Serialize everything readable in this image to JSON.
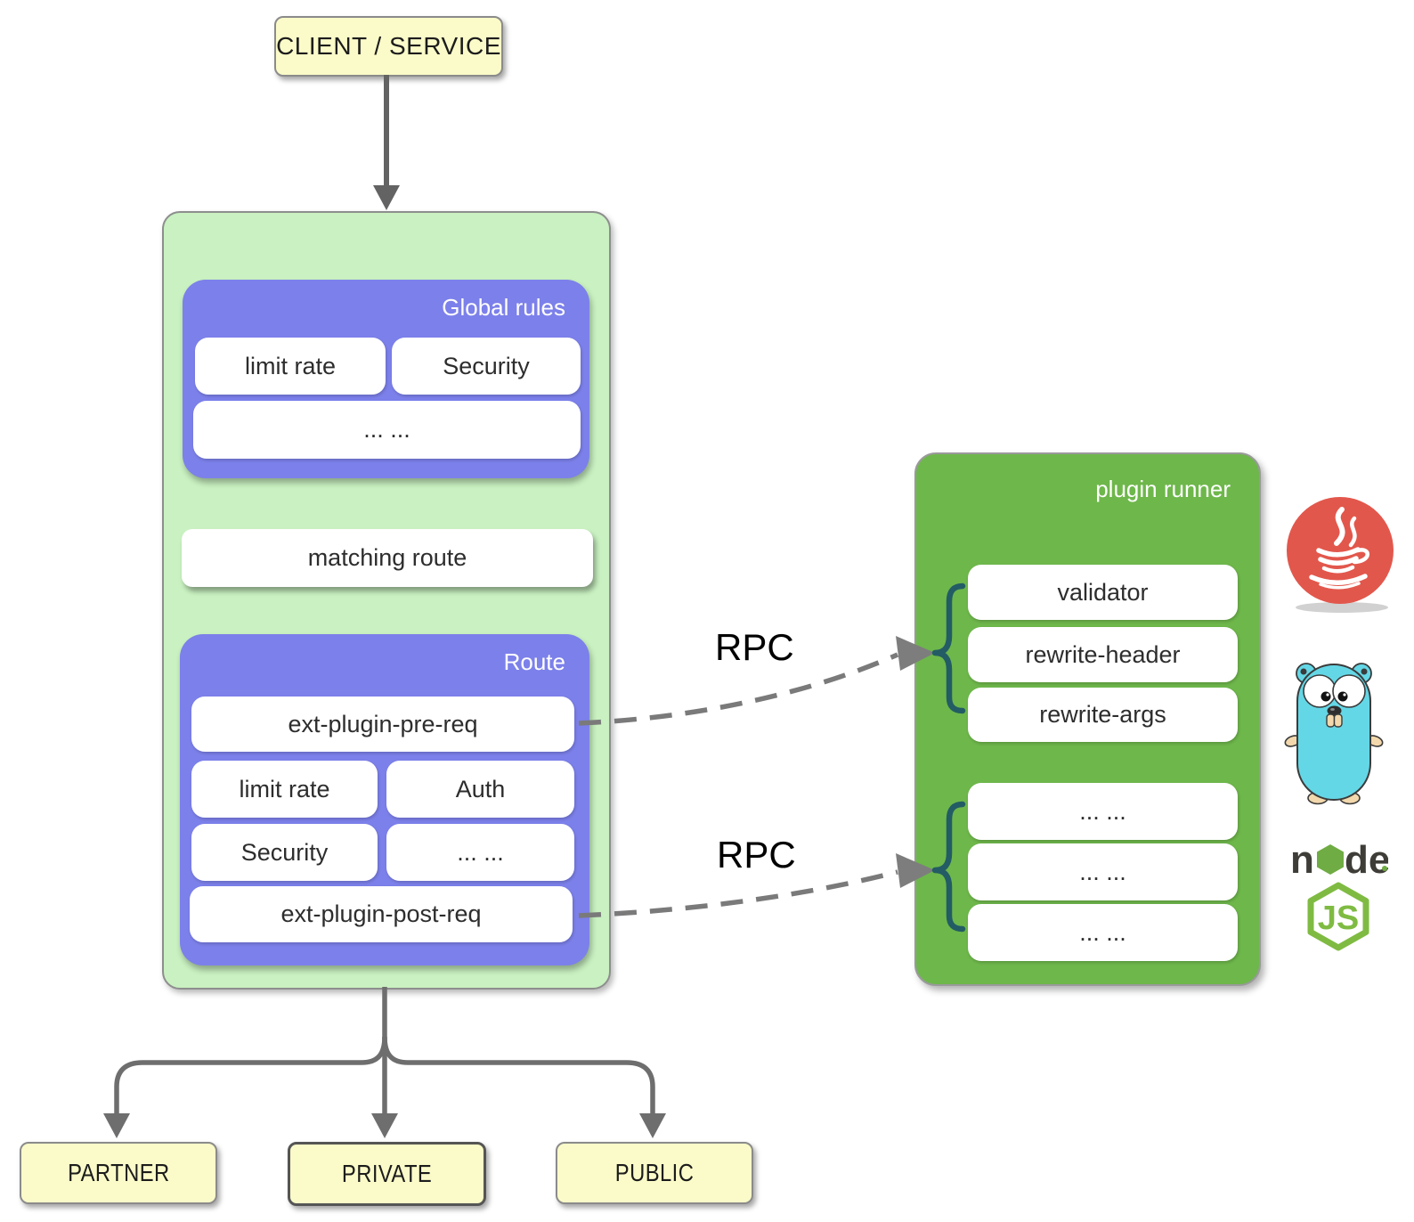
{
  "client": {
    "label": "CLIENT / SERVICE"
  },
  "gateway": {
    "global_rules": {
      "title": "Global rules",
      "plugin1": "limit rate",
      "plugin2": "Security",
      "more": "... ..."
    },
    "matching_route": "matching route",
    "route": {
      "title": "Route",
      "pre": "ext-plugin-pre-req",
      "plugin1": "limit rate",
      "plugin2": "Auth",
      "plugin3": "Security",
      "more": "... ...",
      "post": "ext-plugin-post-req"
    }
  },
  "rpc": {
    "label1": "RPC",
    "label2": "RPC"
  },
  "plugin_runner": {
    "title": "plugin runner",
    "group1": [
      "validator",
      "rewrite-header",
      "rewrite-args"
    ],
    "group2": [
      "... ...",
      "... ...",
      "... ..."
    ]
  },
  "downstream": {
    "partner": "PARTNER",
    "private": "PRIVATE",
    "public": "PUBLIC"
  },
  "icons": {
    "java": "java-coffee-logo",
    "go": "go-gopher-logo",
    "node": "nodejs-logo"
  },
  "node_logo_text": {
    "left": "n",
    "right": "de",
    "js": "JS"
  },
  "colors": {
    "yellow_box": "#FBFBC9",
    "gateway_green": "#C9F1C1",
    "plugin_purple": "#7C80EA",
    "runner_green": "#6EB74B",
    "brace_teal": "#235C64",
    "connector_gray": "#6e6e6e",
    "java_red": "#E2574C",
    "gopher_blue": "#64D7E6",
    "node_green": "#7FBB42"
  }
}
